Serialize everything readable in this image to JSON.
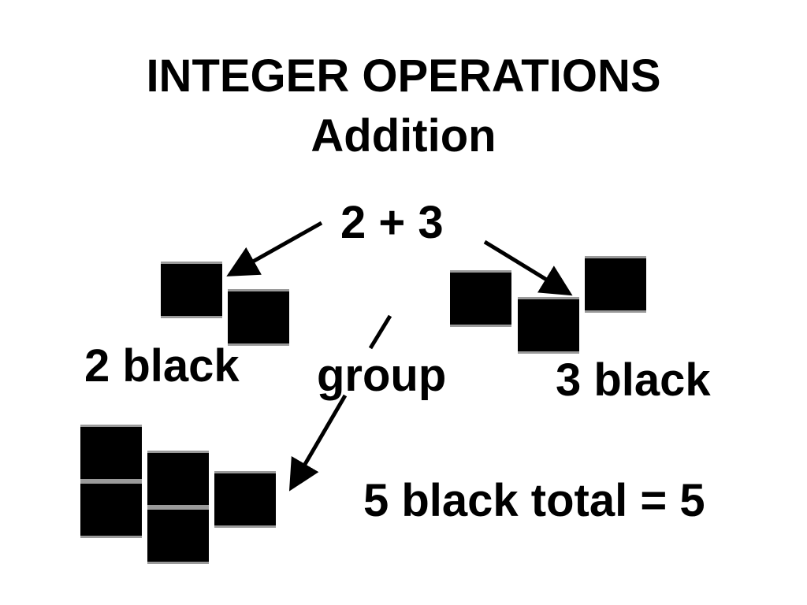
{
  "title": {
    "main": "INTEGER OPERATIONS",
    "sub": "Addition"
  },
  "equation": "2 + 3",
  "labels": {
    "first_set": "2 black",
    "group": "group",
    "second_set": "3 black",
    "result": "5 black total = 5"
  },
  "tiles": {
    "color": "#000000",
    "edge_color": "#9a9a9a",
    "first_set_count": 2,
    "second_set_count": 3,
    "grouped_count": 5
  }
}
